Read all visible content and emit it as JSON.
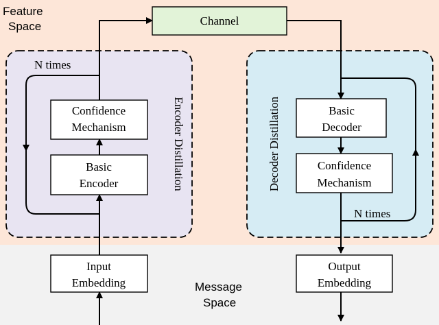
{
  "regions": {
    "feature_space": {
      "line1": "Feature",
      "line2": "Space",
      "color": "#fde6d8"
    },
    "message_space": {
      "line1": "Message",
      "line2": "Space",
      "color": "#f2f2f2"
    }
  },
  "channel": {
    "label": "Channel",
    "color": "#e2f3d8"
  },
  "encoder": {
    "title": "Encoder Distillation",
    "loop_label": "N times",
    "panel_color": "#e8e4f2",
    "confidence": {
      "line1": "Confidence",
      "line2": "Mechanism"
    },
    "basic": {
      "line1": "Basic",
      "line2": "Encoder"
    }
  },
  "decoder": {
    "title": "Decoder Distillation",
    "loop_label": "N times",
    "panel_color": "#d6ecf4",
    "basic": {
      "line1": "Basic",
      "line2": "Decoder"
    },
    "confidence": {
      "line1": "Confidence",
      "line2": "Mechanism"
    }
  },
  "input_embedding": {
    "line1": "Input",
    "line2": "Embedding"
  },
  "output_embedding": {
    "line1": "Output",
    "line2": "Embedding"
  },
  "colors": {
    "stroke": "#000000",
    "box_fill": "#ffffff"
  }
}
